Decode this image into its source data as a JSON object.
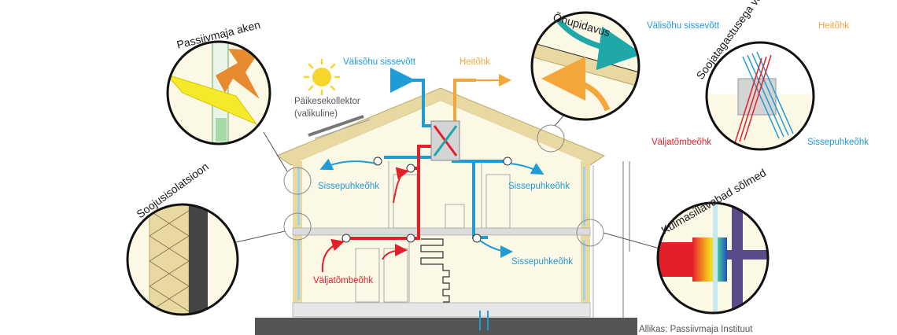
{
  "callouts": {
    "window": "Passiivmaja aken",
    "airtight": "Õhupidavus",
    "ventilation": "Soojatagastusega ventilatsioon",
    "insulation": "Soojusisolatsioon",
    "thermal_bridge": "Külmasillavabad sõlmed"
  },
  "labels": {
    "intake": "Välisõhu sissevõtt",
    "exhaust_out": "Heitõhk",
    "collector_line1": "Päikesekollektor",
    "collector_line2": "(valikuline)",
    "supply_left": "Sissepuhkeõhk",
    "supply_right": "Sissepuhkeõhk",
    "supply_lower": "Sissepuhkeõhk",
    "extract": "Väljatõmbeõhk",
    "vent_intake": "Välisõhu sissevõtt",
    "vent_exhaust": "Heitõhk",
    "vent_extract": "Väljatõmbeõhk",
    "vent_supply": "Sissepuhkeõhk",
    "source": "Allikas: Passiivmaja Instituut"
  },
  "colors": {
    "supply": "#1f9bd6",
    "extract": "#e3202a",
    "exhaust": "#f3a73a",
    "wall": "#f5f0d8",
    "roof": "#e8d9a3",
    "teal": "#1fa8a8",
    "ground": "#555555"
  }
}
